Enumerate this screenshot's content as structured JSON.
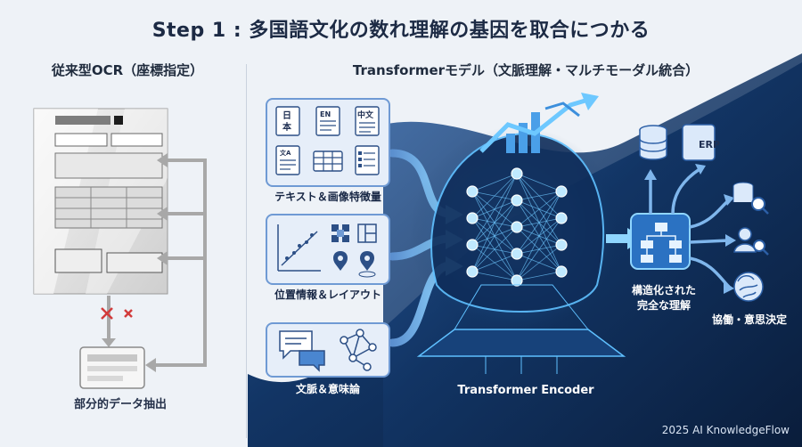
{
  "title": "Step 1 : 多国語文化の数れ理解の基因を取合につかる",
  "left": {
    "heading": "従来型OCR（座標指定）",
    "output_label": "部分的データ抽出"
  },
  "right": {
    "heading": "Transformerモデル（文脈理解・マルチモーダル統合）",
    "panels": [
      {
        "label": "テキスト＆画像特徴量",
        "icons": [
          "japanese-text-icon",
          "english-document-icon",
          "chinese-document-icon",
          "translate-document-icon",
          "table-icon",
          "list-document-icon"
        ]
      },
      {
        "label": "位置情報＆レイアウト",
        "icons": [
          "scatter-chart-icon",
          "layout-grid-icon",
          "layout-blocks-icon",
          "location-pin-icon",
          "map-pin-icon"
        ]
      },
      {
        "label": "文脈＆意味論",
        "icons": [
          "chat-bubbles-icon",
          "semantic-graph-icon"
        ]
      }
    ],
    "center_label": "Transformer Encoder",
    "structured_label": "構造化された\n完全な理解",
    "collaboration_label": "協働・意思決定",
    "outputs": [
      "database-icon",
      "ERP",
      "data-search-icon",
      "user-search-icon",
      "brain-icon"
    ]
  },
  "icon_text": {
    "jp1": "日",
    "jp2": "本",
    "en": "EN",
    "zh": "中文",
    "tr": "文A"
  },
  "footer": "2025 AI KnowledgeFlow",
  "colors": {
    "title": "#1c2a44",
    "panel_fill": "#e6eef9",
    "panel_border": "#6f9ad4",
    "dark_navy": "#0e2547",
    "glow": "#5fc0ff",
    "error": "#d23b3b"
  }
}
